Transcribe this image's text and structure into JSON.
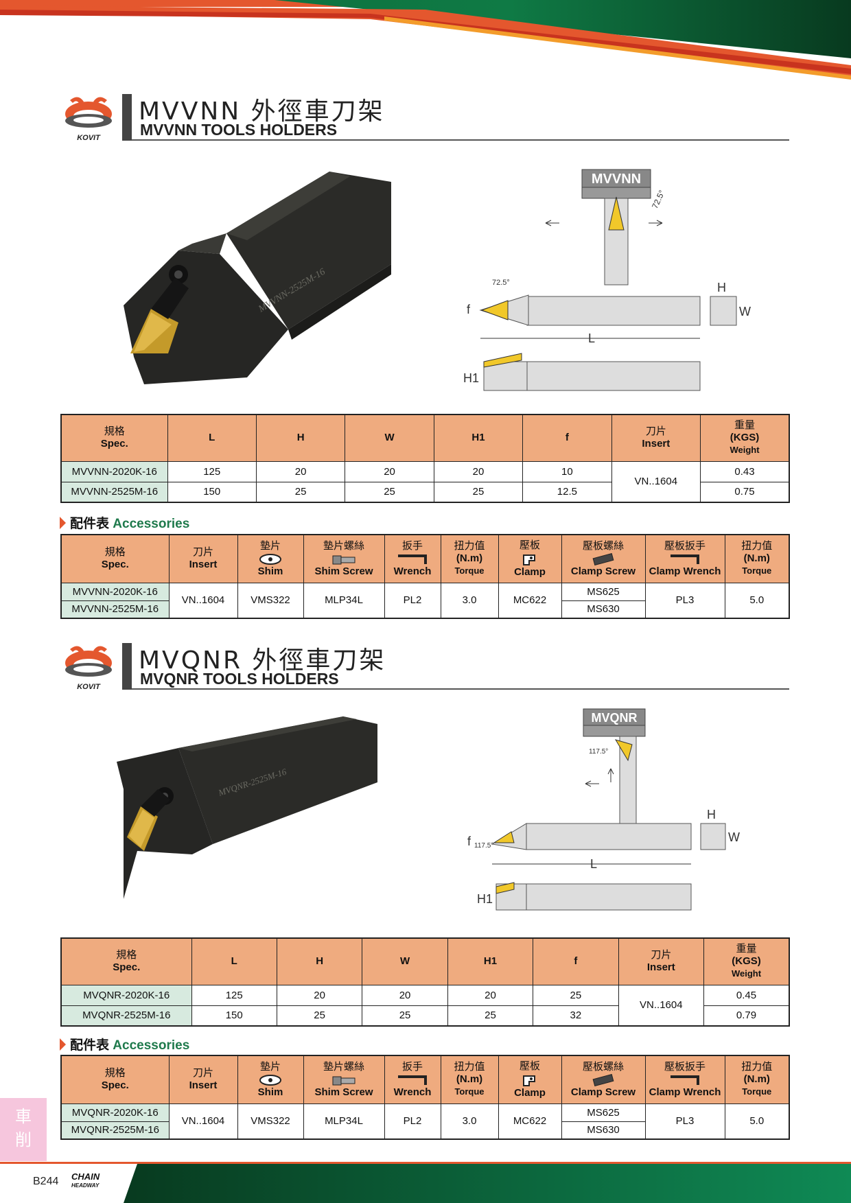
{
  "section1": {
    "logo_text": "KOVIT",
    "title_cn": "MVVNN 外徑車刀架",
    "title_en": "MVVNN TOOLS HOLDERS",
    "photo_engraving": "MVVNN-2525M-16",
    "diagram": {
      "label": "MVVNN",
      "angle_top": "72.5°",
      "angle_side": "72.5°",
      "dim_H": "H",
      "dim_W": "W",
      "dim_L": "L",
      "dim_f": "f",
      "dim_H1": "H1"
    },
    "spec_table": {
      "headers": [
        {
          "cn": "規格",
          "en": "Spec."
        },
        {
          "en": "L"
        },
        {
          "en": "H"
        },
        {
          "en": "W"
        },
        {
          "en": "H1"
        },
        {
          "en": "f"
        },
        {
          "cn": "刀片",
          "en": "Insert"
        },
        {
          "cn": "重量",
          "en": "(KGS)",
          "sub": "Weight"
        }
      ],
      "rows": [
        [
          "MVVNN-2020K-16",
          "125",
          "20",
          "20",
          "20",
          "10",
          "VN..1604",
          "0.43"
        ],
        [
          "MVVNN-2525M-16",
          "150",
          "25",
          "25",
          "25",
          "12.5",
          "",
          "0.75"
        ]
      ]
    },
    "accessories": {
      "title_cn": "配件表",
      "title_en": "Accessories",
      "headers": [
        {
          "cn": "規格",
          "en": "Spec."
        },
        {
          "cn": "刀片",
          "en": "Insert"
        },
        {
          "cn": "墊片",
          "en": "Shim"
        },
        {
          "cn": "墊片螺絲",
          "en": "Shim Screw"
        },
        {
          "cn": "扳手",
          "en": "Wrench"
        },
        {
          "cn": "扭力值",
          "en": "(N.m)",
          "sub": "Torque"
        },
        {
          "cn": "壓板",
          "en": "Clamp"
        },
        {
          "cn": "壓板螺絲",
          "en": "Clamp Screw"
        },
        {
          "cn": "壓板扳手",
          "en": "Clamp Wrench"
        },
        {
          "cn": "扭力值",
          "en": "(N.m)",
          "sub": "Torque"
        }
      ],
      "models": [
        "MVVNN-2020K-16",
        "MVVNN-2525M-16"
      ],
      "insert": "VN..1604",
      "shim": "VMS322",
      "shim_screw": "MLP34L",
      "wrench": "PL2",
      "torque1": "3.0",
      "clamp": "MC622",
      "clamp_screws": [
        "MS625",
        "MS630"
      ],
      "clamp_wrench": "PL3",
      "torque2": "5.0"
    }
  },
  "section2": {
    "logo_text": "KOVIT",
    "title_cn": "MVQNR 外徑車刀架",
    "title_en": "MVQNR TOOLS HOLDERS",
    "photo_engraving": "MVQNR-2525M-16",
    "diagram": {
      "label": "MVQNR",
      "angle_top": "117.5°",
      "angle_side": "117.5°",
      "dim_H": "H",
      "dim_W": "W",
      "dim_L": "L",
      "dim_f": "f",
      "dim_H1": "H1"
    },
    "spec_table": {
      "headers": [
        {
          "cn": "規格",
          "en": "Spec."
        },
        {
          "en": "L"
        },
        {
          "en": "H"
        },
        {
          "en": "W"
        },
        {
          "en": "H1"
        },
        {
          "en": "f"
        },
        {
          "cn": "刀片",
          "en": "Insert"
        },
        {
          "cn": "重量",
          "en": "(KGS)",
          "sub": "Weight"
        }
      ],
      "rows": [
        [
          "MVQNR-2020K-16",
          "125",
          "20",
          "20",
          "20",
          "25",
          "VN..1604",
          "0.45"
        ],
        [
          "MVQNR-2525M-16",
          "150",
          "25",
          "25",
          "25",
          "32",
          "",
          "0.79"
        ]
      ]
    },
    "accessories": {
      "title_cn": "配件表",
      "title_en": "Accessories",
      "headers": [
        {
          "cn": "規格",
          "en": "Spec."
        },
        {
          "cn": "刀片",
          "en": "Insert"
        },
        {
          "cn": "墊片",
          "en": "Shim"
        },
        {
          "cn": "墊片螺絲",
          "en": "Shim Screw"
        },
        {
          "cn": "扳手",
          "en": "Wrench"
        },
        {
          "cn": "扭力值",
          "en": "(N.m)",
          "sub": "Torque"
        },
        {
          "cn": "壓板",
          "en": "Clamp"
        },
        {
          "cn": "壓板螺絲",
          "en": "Clamp Screw"
        },
        {
          "cn": "壓板扳手",
          "en": "Clamp Wrench"
        },
        {
          "cn": "扭力值",
          "en": "(N.m)",
          "sub": "Torque"
        }
      ],
      "models": [
        "MVQNR-2020K-16",
        "MVQNR-2525M-16"
      ],
      "insert": "VN..1604",
      "shim": "VMS322",
      "shim_screw": "MLP34L",
      "wrench": "PL2",
      "torque1": "3.0",
      "clamp": "MC622",
      "clamp_screws": [
        "MS625",
        "MS630"
      ],
      "clamp_wrench": "PL3",
      "torque2": "5.0"
    }
  },
  "side_tab": {
    "line1": "車",
    "line2": "削"
  },
  "footer": {
    "page": "B244",
    "brand_top": "CHAIN",
    "brand_bottom": "HEADWAY"
  },
  "colors": {
    "orange": "#e4572e",
    "green": "#1f7a4c",
    "header_fill": "#efab7f",
    "model_fill": "#d7eadf",
    "pink": "#f6c6dd"
  }
}
